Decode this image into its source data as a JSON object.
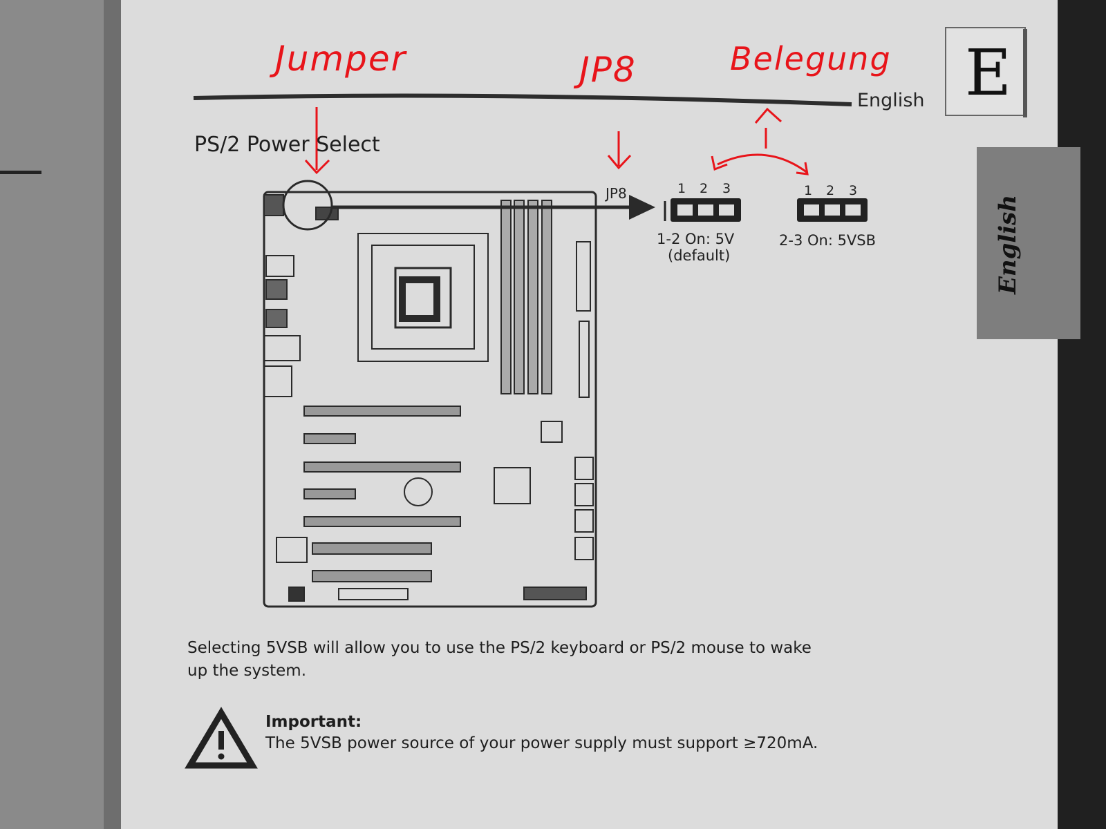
{
  "header": {
    "section_label": "English",
    "tab_letter": "E",
    "side_tab": "English"
  },
  "section": {
    "title": "PS/2 Power Select"
  },
  "jumper": {
    "label": "JP8",
    "pins": [
      "1",
      "2",
      "3"
    ],
    "setting_1": {
      "text": "1-2 On: 5V",
      "note": "(default)"
    },
    "setting_2": {
      "text": "2-3 On: 5VSB"
    }
  },
  "body": {
    "line1": "Selecting 5VSB will allow you to use the PS/2 keyboard or PS/2 mouse to wake",
    "line2": "up the system."
  },
  "important": {
    "title": "Important:",
    "text": "The 5VSB power source of your power supply must support ≥720mA."
  },
  "annotations": {
    "word1": "Jumper",
    "word2": "JP8",
    "word3": "Belegung",
    "color": "#e8141a"
  },
  "colors": {
    "page": "#dedede",
    "ink": "#2a2a2a",
    "side_tab": "#7e7e7e"
  }
}
